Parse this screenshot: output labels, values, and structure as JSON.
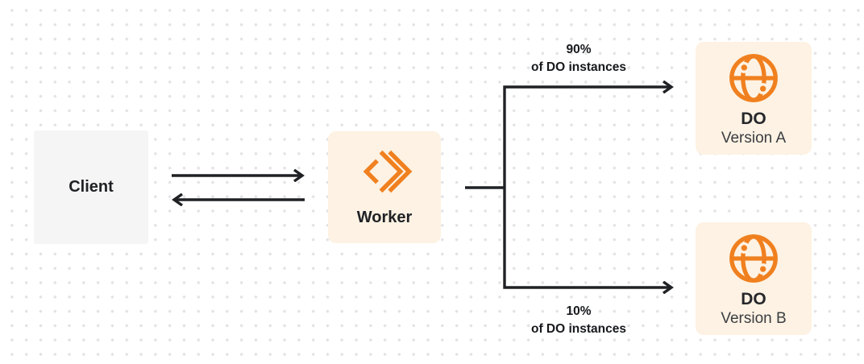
{
  "diagram": {
    "client": {
      "label": "Client"
    },
    "worker": {
      "label": "Worker"
    },
    "do_a": {
      "title": "DO",
      "subtitle": "Version A"
    },
    "do_b": {
      "title": "DO",
      "subtitle": "Version B"
    },
    "route_a": {
      "percent": "90%",
      "caption": "of DO instances"
    },
    "route_b": {
      "percent": "10%",
      "caption": "of DO instances"
    }
  },
  "colors": {
    "accent_orange": "#F0801F",
    "node_cream": "#FDF2E3",
    "client_gray": "#F5F5F6",
    "line_black": "#1F2124",
    "dot_grid": "#E3E3E6"
  }
}
